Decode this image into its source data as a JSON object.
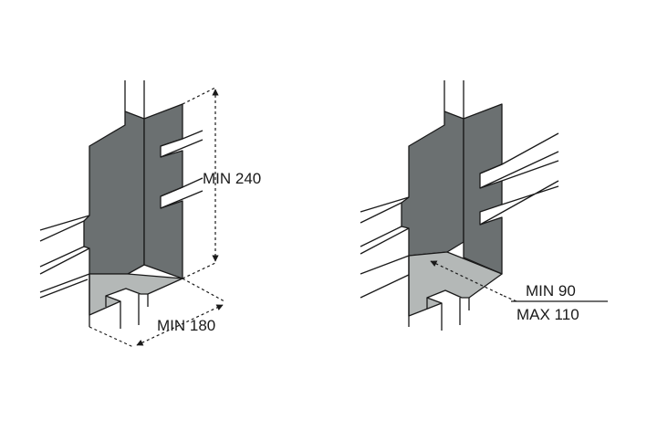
{
  "colors": {
    "wall_dark": "#6b7071",
    "floor_light": "#b4b8b7",
    "stroke": "#1a1a1a",
    "background": "#ffffff"
  },
  "left_diagram": {
    "height_label": "MIN 240",
    "depth_label": "MIN 180"
  },
  "right_diagram": {
    "min_label": "MIN 90",
    "max_label": "MAX 110"
  }
}
